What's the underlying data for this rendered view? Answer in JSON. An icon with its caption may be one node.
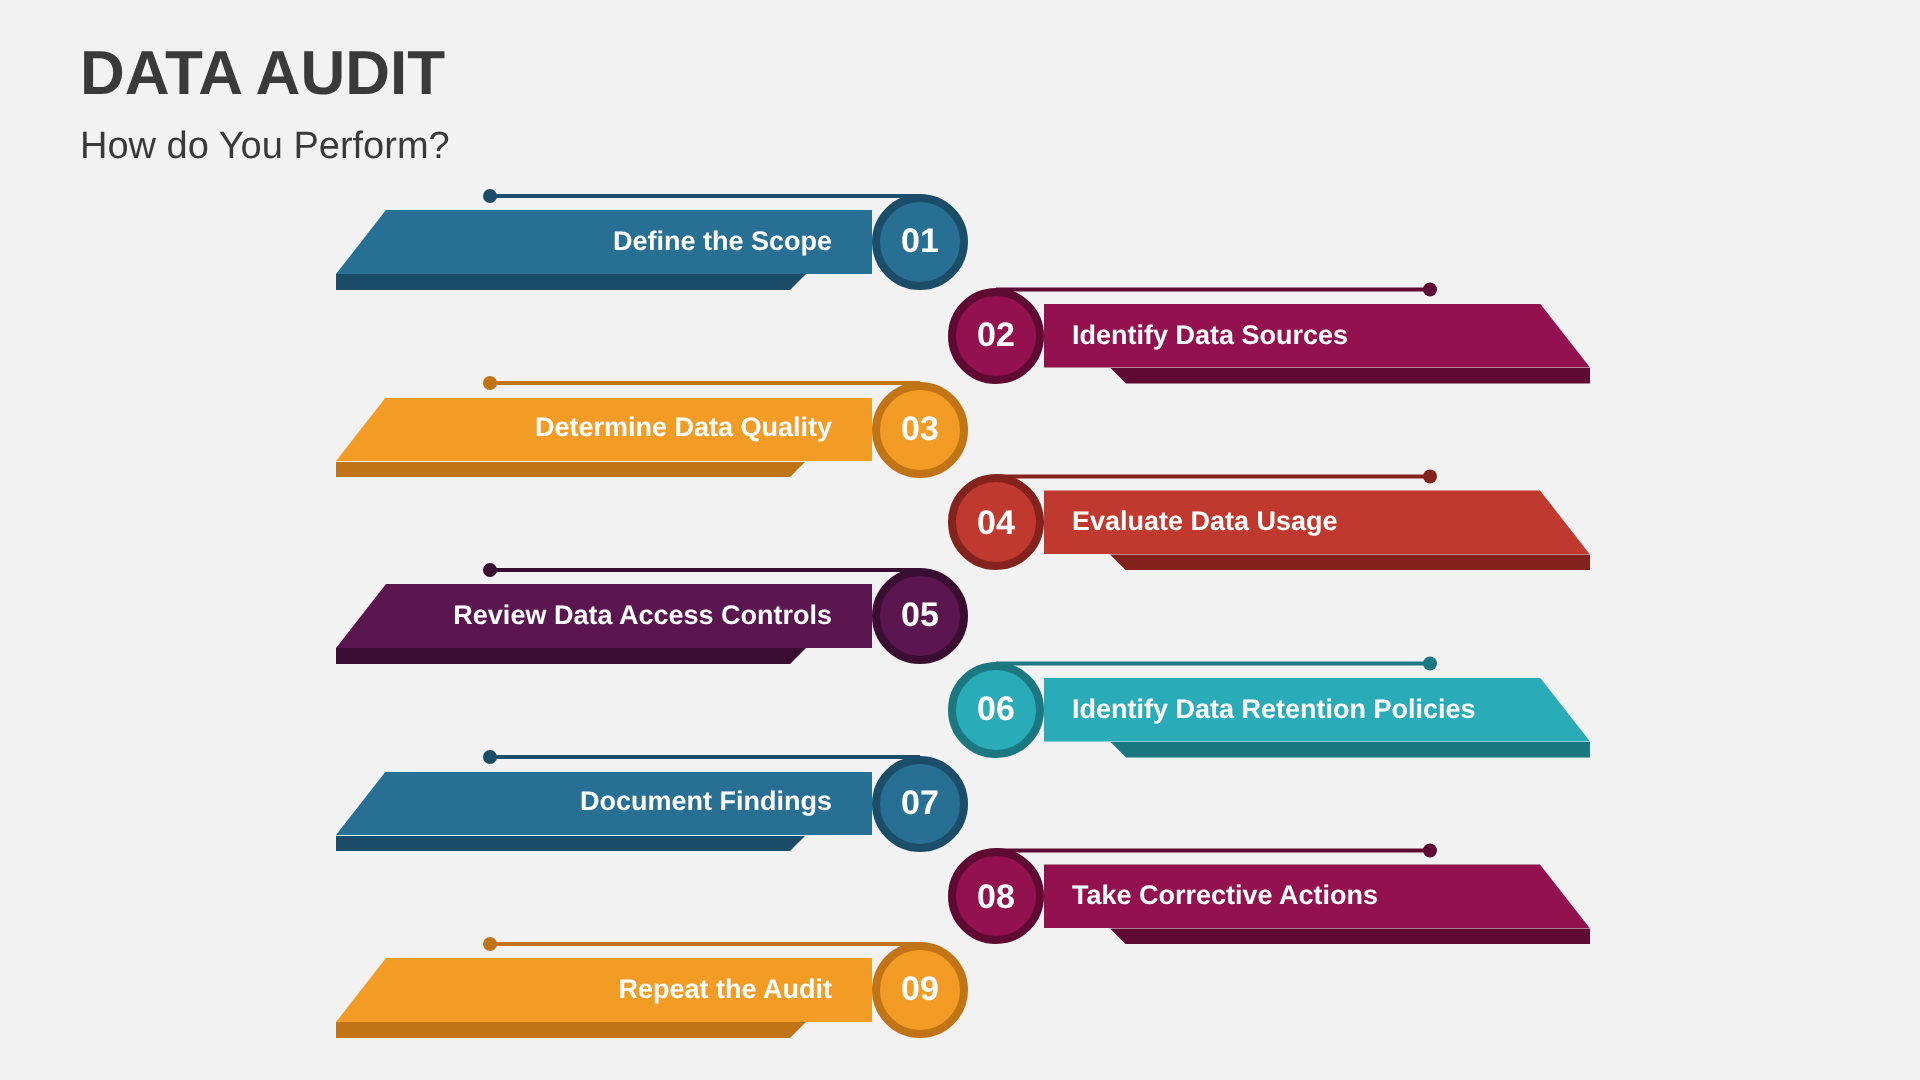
{
  "diagram": {
    "title": "DATA AUDIT",
    "caption": "How do You Perform?",
    "nodes": [
      {
        "text": [
          "Define the Scope"
        ]
      },
      {
        "text": [
          "01"
        ]
      },
      {
        "text": [
          "Identify Data Sources"
        ]
      },
      {
        "text": [
          "02"
        ]
      },
      {
        "text": [
          "Determine Data Quality"
        ]
      },
      {
        "text": [
          "03"
        ]
      },
      {
        "text": [
          "Evaluate Data Usage"
        ]
      },
      {
        "text": [
          "04"
        ]
      },
      {
        "text": [
          "Review Data Access Controls"
        ]
      },
      {
        "text": [
          "05"
        ]
      },
      {
        "text": [
          "Identify Data Retention Policies"
        ]
      },
      {
        "text": [
          "06"
        ]
      },
      {
        "text": [
          "Document Findings"
        ]
      },
      {
        "text": [
          "07"
        ]
      },
      {
        "text": [
          "Take Corrective Actions"
        ]
      },
      {
        "text": [
          "08"
        ]
      },
      {
        "text": [
          "Repeat the Audit"
        ]
      },
      {
        "text": [
          "09"
        ]
      }
    ]
  }
}
